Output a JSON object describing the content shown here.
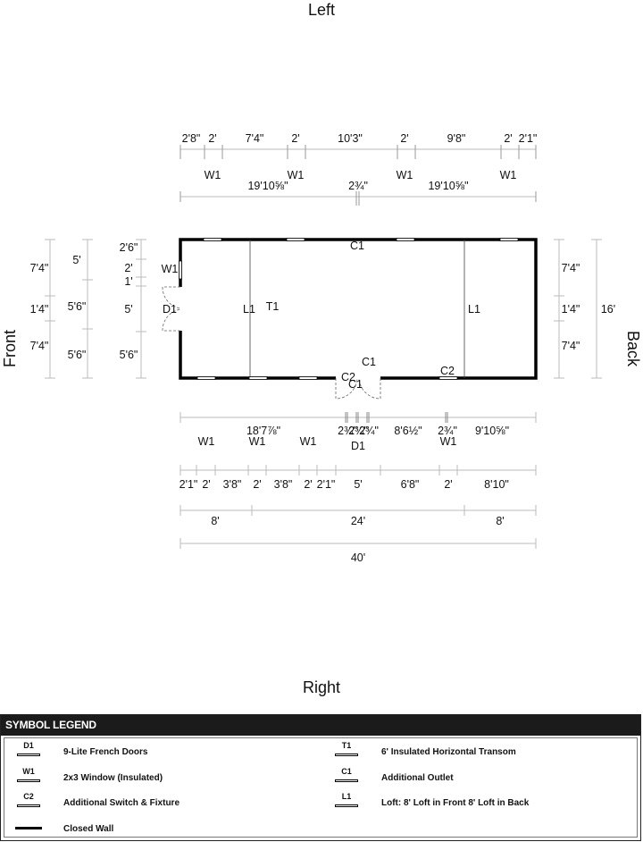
{
  "sides": {
    "top": "Left",
    "bottom": "Right",
    "left": "Front",
    "right": "Back"
  },
  "top_dims_row1": [
    "2'8\"",
    "2'",
    "7'4\"",
    "2'",
    "10'3\"",
    "2'",
    "9'8\"",
    "2'",
    "2'1\""
  ],
  "top_windows": [
    "W1",
    "W1",
    "W1",
    "W1"
  ],
  "top_dims_row2": [
    "19'10⅝\"",
    "2¾\"",
    "19'10⅝\""
  ],
  "bottom_dims_row1": [
    "18'7⅞\"",
    "2¾\"",
    "2¾\"",
    "2¾\"",
    "8'6½\"",
    "2¾\"",
    "9'10⅝\""
  ],
  "bottom_windows": [
    "W1",
    "W1",
    "W1",
    "W1"
  ],
  "bottom_door": "D1",
  "bottom_dims_row2": [
    "2'1\"",
    "2'",
    "3'8\"",
    "2'",
    "3'8\"",
    "2'",
    "2'1\"",
    "5'",
    "6'8\"",
    "2'",
    "8'10\""
  ],
  "bottom_dims_row3": [
    "8'",
    "24'",
    "8'"
  ],
  "overall_length": "40'",
  "left_dims_outer": [
    "7'4\"",
    "1'4\"",
    "7'4\""
  ],
  "left_dims_mid": [
    "5'",
    "5'6\"",
    "5'6\""
  ],
  "left_dims_inner": [
    "2'6\"",
    "2'",
    "1'",
    "5'",
    "5'6\""
  ],
  "left_tags": {
    "window": "W1",
    "door": "D1"
  },
  "right_dims": [
    "7'4\"",
    "1'4\"",
    "7'4\""
  ],
  "overall_width": "16'",
  "interior": {
    "loft_front": "L1",
    "loft_back": "L1",
    "transom": "T1",
    "outlet_top": "C1",
    "outlet_mid": "C1",
    "outlet_door": "C1",
    "switch_door": "C2",
    "switch_right": "C2"
  },
  "legend": {
    "title": "SYMBOL LEGEND",
    "items": [
      {
        "code": "D1",
        "label": "9-Lite French Doors"
      },
      {
        "code": "T1",
        "label": "6' Insulated Horizontal Transom"
      },
      {
        "code": "W1",
        "label": "2x3 Window (Insulated)"
      },
      {
        "code": "C1",
        "label": "Additional Outlet"
      },
      {
        "code": "C2",
        "label": "Additional Switch & Fixture"
      },
      {
        "code": "L1",
        "label": "Loft: 8' Loft in Front 8' Loft in Back"
      },
      {
        "code": "",
        "label": "Closed Wall"
      }
    ]
  }
}
